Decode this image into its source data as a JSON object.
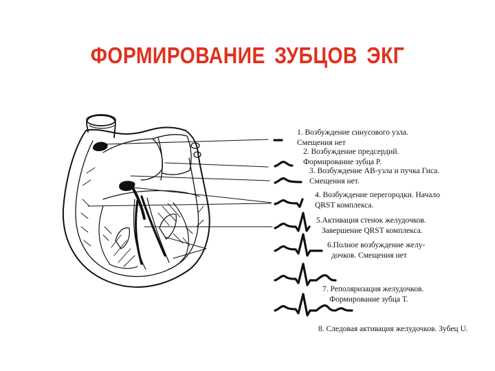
{
  "title": "ФОРМИРОВАНИЕ ЗУБЦОВ ЭКГ",
  "colors": {
    "title": "#e0301e",
    "ink": "#111111"
  },
  "stages": [
    {
      "line1": "1. Возбуждение синусового узла.",
      "line2": "Смещения нет"
    },
    {
      "line1": "2. Возбуждение предсердий.",
      "line2": "Формирование зубца P."
    },
    {
      "line1": "3. Возбуждение АВ-узла и пучка Гиса.",
      "line2": "Смещения нет."
    },
    {
      "line1": "4. Возбуждение перегородки. Начало",
      "line2": "QRST комплекса."
    },
    {
      "line1": "5.Активация стенок желудочков.",
      "line2": "Завершение QRST комплекса."
    },
    {
      "line1": "6.Полное возбуждение желу-",
      "line2": "дочков. Смещения нет"
    },
    {
      "line1": "7.   Реполяризация желудочков.",
      "line2": "Формирование зубца Т."
    },
    {
      "line1": "8.   Следовая активация  желудочков. Зубец U.",
      "line2": ""
    }
  ]
}
